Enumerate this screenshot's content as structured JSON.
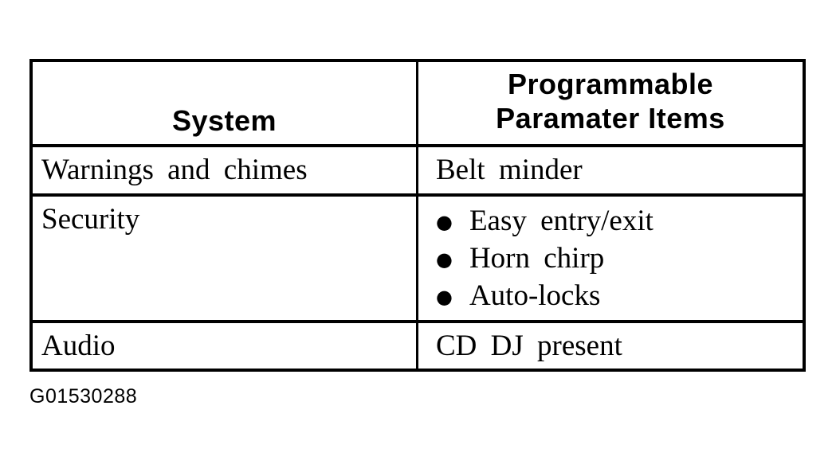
{
  "icons": {
    "bullet": "●"
  },
  "figure_code": "G01530288",
  "table": {
    "headers": {
      "system": "System",
      "parameter_line1": "Programmable",
      "parameter_line2": "Paramater Items"
    },
    "rows": [
      {
        "system": "Warnings and chimes",
        "items": [
          "Belt minder"
        ]
      },
      {
        "system": "Security",
        "items": [
          "Easy entry/exit",
          "Horn chirp",
          "Auto-locks"
        ]
      },
      {
        "system": "Audio",
        "items": [
          "CD DJ present"
        ]
      }
    ]
  }
}
